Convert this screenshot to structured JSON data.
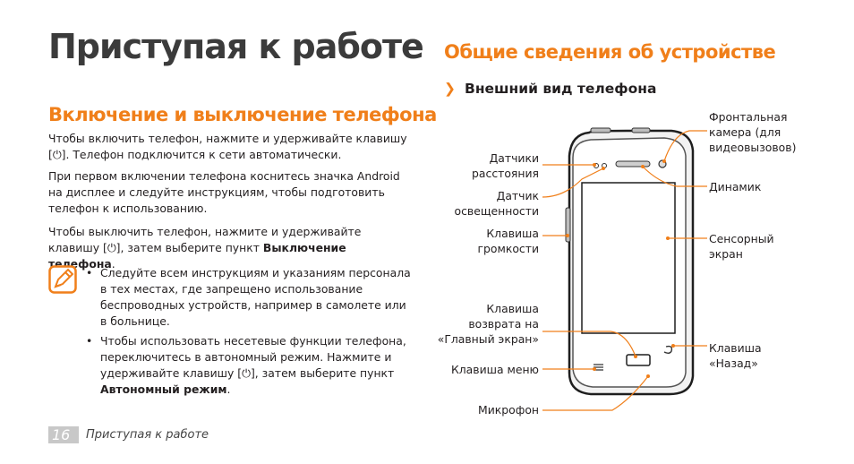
{
  "chapter_title": "Приступая к работе",
  "power": {
    "heading": "Включение и выключение телефона",
    "p1_a": "Чтобы включить телефон, нажмите и удерживайте клавишу",
    "p1_b": "[",
    "power_symbol": "⏻",
    "p1_c": "]. Телефон подключится к сети автоматически.",
    "p2": "При первом включении телефона коснитесь значка Android на дисплее и следуйте инструкциям, чтобы подготовить телефон к использованию.",
    "p3_a": "Чтобы выключить телефон, нажмите и удерживайте клавишу",
    "p3_b": "[",
    "p3_c": "], затем выберите пункт ",
    "p3_bold": "Выключение телефона",
    "p3_end": "."
  },
  "notes": {
    "icon": "note-pencil-icon",
    "item1": "Следуйте всем инструкциям и указаниям персонала в тех местах, где запрещено использование беспроводных устройств, например в самолете или в больнице.",
    "item2_a": "Чтобы использовать несетевые функции телефона, переключитесь в автономный режим. Нажмите и удерживайте клавишу [",
    "item2_b": "], затем выберите пункт ",
    "item2_bold": "Автономный режим",
    "item2_end": "."
  },
  "overview": {
    "heading": "Общие сведения об устройстве",
    "subheading_arrow": "❯",
    "subheading": "Внешний вид телефона",
    "labels": {
      "proximity_1": "Датчики",
      "proximity_2": "расстояния",
      "light_1": "Датчик",
      "light_2": "освещенности",
      "volume_1": "Клавиша",
      "volume_2": "громкости",
      "home_1": "Клавиша",
      "home_2": "возврата на",
      "home_3": "«Главный экран»",
      "menu": "Клавиша меню",
      "mic": "Микрофон",
      "front_cam_1": "Фронтальная",
      "front_cam_2": "камера (для",
      "front_cam_3": "видеовызовов)",
      "speaker": "Динамик",
      "touchscreen_1": "Сенсорный",
      "touchscreen_2": "экран",
      "back_1": "Клавиша",
      "back_2": "«Назад»"
    }
  },
  "footer": {
    "page_number": "16",
    "section": "Приступая к работе"
  },
  "colors": {
    "accent": "#f07f1a",
    "text": "#231f20",
    "footer_box": "#c8c8c8"
  }
}
